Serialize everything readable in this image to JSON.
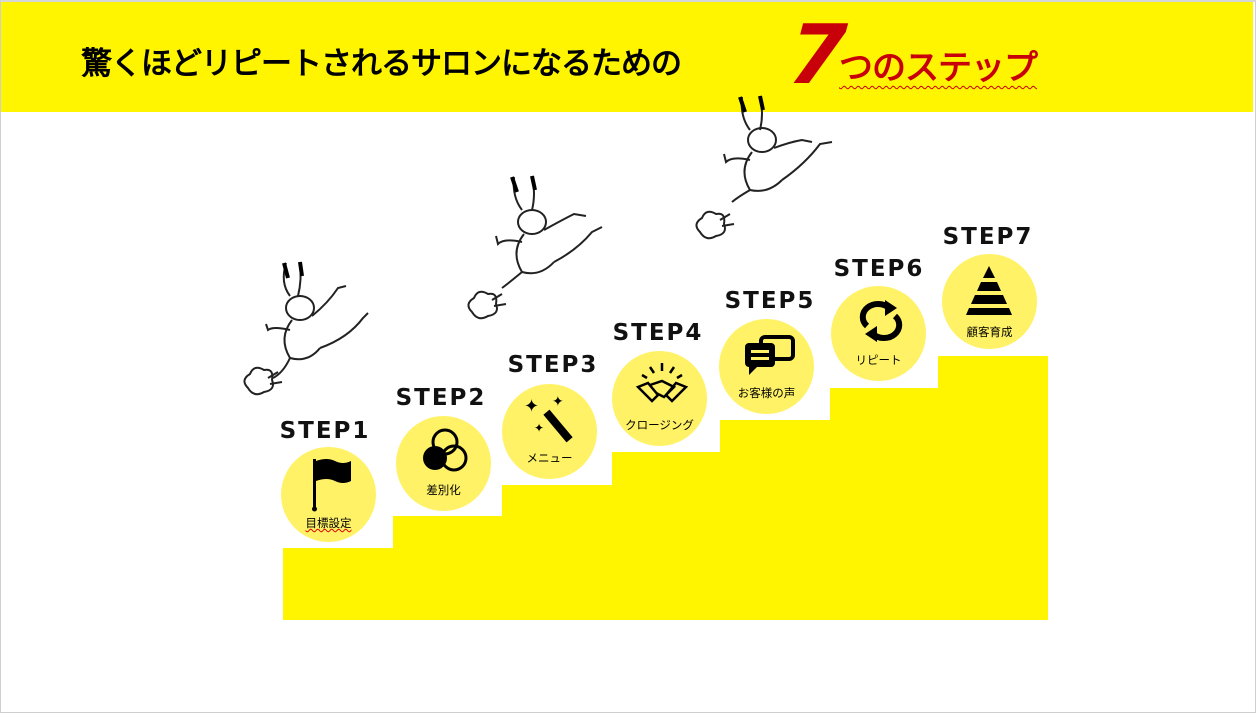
{
  "header": {
    "title_main": "驚くほどリピートされるサロンになるための",
    "title_number": "7",
    "title_suffix": "つのステップ"
  },
  "steps": [
    {
      "label": "STEP1",
      "caption": "目標設定",
      "icon": "flag-icon"
    },
    {
      "label": "STEP2",
      "caption": "差別化",
      "icon": "venn-diagram-icon"
    },
    {
      "label": "STEP3",
      "caption": "メニュー",
      "icon": "magic-wand-icon"
    },
    {
      "label": "STEP4",
      "caption": "クロージング",
      "icon": "handshake-icon"
    },
    {
      "label": "STEP5",
      "caption": "お客様の声",
      "icon": "speech-bubbles-icon"
    },
    {
      "label": "STEP6",
      "caption": "リピート",
      "icon": "repeat-icon"
    },
    {
      "label": "STEP7",
      "caption": "顧客育成",
      "icon": "pyramid-icon"
    }
  ],
  "colors": {
    "yellow": "#fff500",
    "circle": "#fff266",
    "accent": "#c8000a"
  }
}
